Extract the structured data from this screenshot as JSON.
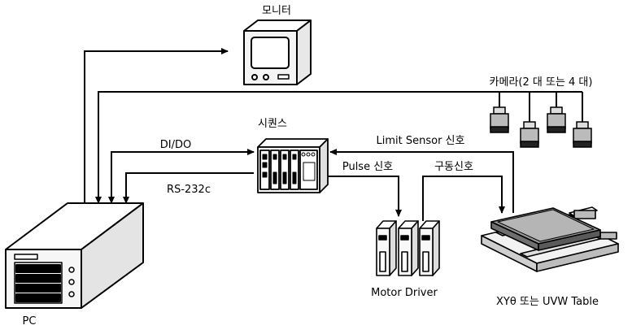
{
  "diagram": {
    "monitor_label": "모니터",
    "camera_label": "카메라(2 대 또는 4 대)",
    "sequencer_label": "시퀀스",
    "dido_label": "DI/DO",
    "rs232_label": "RS-232c",
    "limit_sensor_label": "Limit Sensor 신호",
    "pulse_label": "Pulse 신호",
    "drive_label": "구동신호",
    "motor_driver_label": "Motor Driver",
    "table_label": "XYθ 또는 UVW Table",
    "pc_label": "PC"
  }
}
